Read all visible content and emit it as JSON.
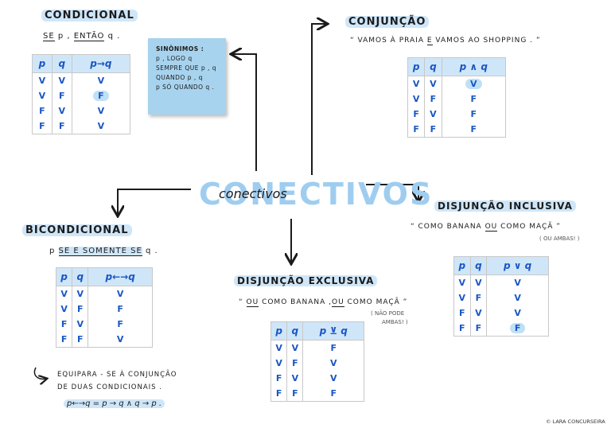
{
  "center": {
    "title": "CONECTIVOS",
    "script": "conectivos"
  },
  "condicional": {
    "title": "CONDICIONAL",
    "phrase": [
      "SE",
      " p , ",
      "ENTÃO",
      " q ."
    ],
    "headers": [
      "p",
      "q",
      "p→q"
    ],
    "rows": [
      [
        "V",
        "V",
        "V"
      ],
      [
        "V",
        "F",
        "F"
      ],
      [
        "F",
        "V",
        "V"
      ],
      [
        "F",
        "F",
        "V"
      ]
    ]
  },
  "sinonimos": {
    "title": "SINÔNIMOS :",
    "items": [
      "p , LOGO q",
      "SEMPRE QUE p , q",
      "QUANDO p , q",
      "p SÓ QUANDO q ."
    ]
  },
  "conjuncao": {
    "title": "CONJUNÇÃO",
    "phrase_pre": "“ VAMOS À PRAIA ",
    "phrase_key": "E",
    "phrase_post": " VAMOS AO SHOPPING . ”",
    "headers": [
      "p",
      "q",
      "p ∧ q"
    ],
    "rows": [
      [
        "V",
        "V",
        "V"
      ],
      [
        "V",
        "F",
        "F"
      ],
      [
        "F",
        "V",
        "F"
      ],
      [
        "F",
        "F",
        "F"
      ]
    ]
  },
  "bicondicional": {
    "title": "BICONDICIONAL",
    "phrase_pre": "p ",
    "phrase_key": "SE E SOMENTE SE",
    "phrase_post": " q .",
    "headers": [
      "p",
      "q",
      "p←→q"
    ],
    "rows": [
      [
        "V",
        "V",
        "V"
      ],
      [
        "V",
        "F",
        "F"
      ],
      [
        "F",
        "V",
        "F"
      ],
      [
        "F",
        "F",
        "V"
      ]
    ],
    "note_line1": "EQUIPARA - SE À CONJUNÇÃO",
    "note_line2": "DE DUAS CONDICIONAIS .",
    "formula": "p←→q  =  p → q  ∧  q → p ."
  },
  "disjuncao_exclusiva": {
    "title": "DISJUNÇÃO EXCLUSIVA",
    "phrase_open": "“ ",
    "key1": "OU",
    "phrase_mid": " COMO BANANA ,",
    "key2": "OU",
    "phrase_end": " COMO MAÇÃ ”",
    "side1": "( NÃO PODE",
    "side2": "AMBAS! )",
    "headers": [
      "p",
      "q",
      "p ⊻ q"
    ],
    "rows": [
      [
        "V",
        "V",
        "F"
      ],
      [
        "V",
        "F",
        "V"
      ],
      [
        "F",
        "V",
        "V"
      ],
      [
        "F",
        "F",
        "F"
      ]
    ]
  },
  "disjuncao_inclusiva": {
    "title": "DISJUNÇÃO INCLUSIVA",
    "phrase_pre": "“ COMO BANANA ",
    "phrase_key": "OU",
    "phrase_post": " COMO MAÇÃ ”",
    "side": "( OU AMBAS! )",
    "headers": [
      "p",
      "q",
      "p ∨ q"
    ],
    "rows": [
      [
        "V",
        "V",
        "V"
      ],
      [
        "V",
        "F",
        "V"
      ],
      [
        "F",
        "V",
        "V"
      ],
      [
        "F",
        "F",
        "F"
      ]
    ]
  },
  "credit": "© LARA CONCURSEIRA"
}
